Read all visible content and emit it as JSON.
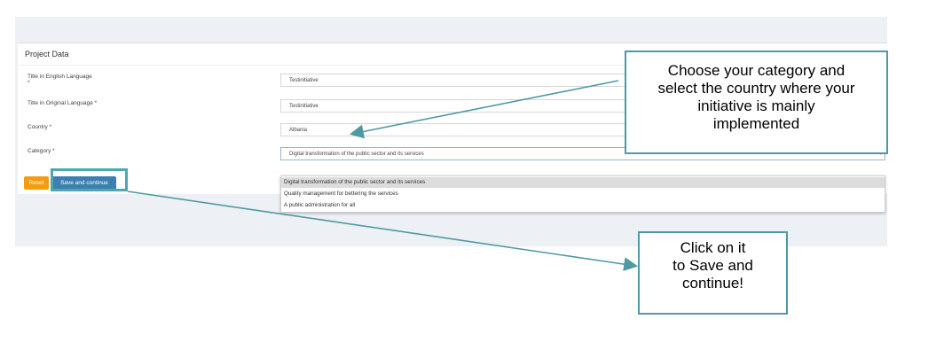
{
  "panel": {
    "title": "Project Data"
  },
  "form": {
    "title_en": {
      "label": "Title in English Language",
      "required_mark": "*",
      "value": "Testinitiative"
    },
    "title_orig": {
      "label": "Title in Original Language *",
      "value": "Testinitiative"
    },
    "country": {
      "label": "Country *",
      "value": "Albania"
    },
    "category": {
      "label": "Category *",
      "value": "Digital transformation of the public sector and its services",
      "options": [
        "Digital transformation of the public sector and its services",
        "Quality management for bettering the services",
        "A public administration for all"
      ]
    }
  },
  "buttons": {
    "reset": "Reset",
    "save": "Save and continue"
  },
  "callouts": {
    "top_lines": [
      "Choose your category and",
      "select the country where your",
      "initiative is mainly",
      "implemented"
    ],
    "bottom_lines": [
      "Click on it",
      "to Save and",
      "continue!"
    ]
  },
  "colors": {
    "accent": "#3d7fae",
    "reset": "#f39c12",
    "callout_border": "#4e9aa3"
  }
}
